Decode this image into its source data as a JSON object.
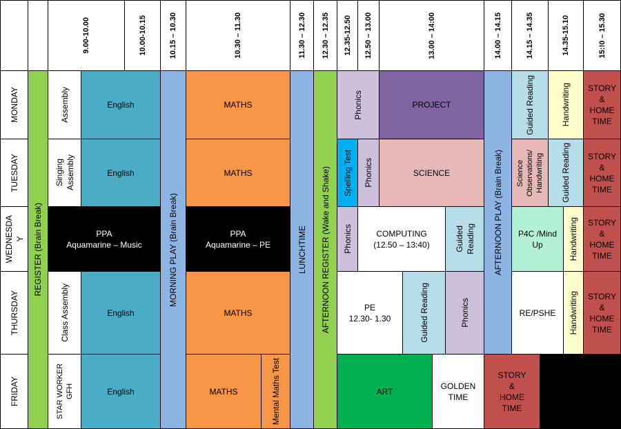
{
  "times": {
    "t1": "9.00-10.00",
    "t2": "10.00-10.15",
    "t3": "10.15 – 10.30",
    "t4": "10.30 – 11.30",
    "t5": "11.30 – 12.30",
    "t6": "12.30 – 12.35",
    "t7": "12.35-12.50",
    "t8": "12.50 – 13.00",
    "t9": "13.00 – 14:00",
    "t10": "14.00 – 14.15",
    "t11": "14.15 – 14.35",
    "t12": "14.35-15.10",
    "t13": "15:!0 – 15.30"
  },
  "days": {
    "mon": "MONDAY",
    "tue": "TUESDAY",
    "wed": "WEDNESDA\nY",
    "thu": "THURSDAY",
    "fri": "FRIDAY"
  },
  "fixed": {
    "register": "REGISTER (Brain Break)",
    "morning_play": "MORNING PLAY (Brain Break)",
    "lunch": "LUNCHTIME",
    "afternoon_register": "AFTERNOON REGISTER (Wake and Shake)",
    "afternoon_play": "AFTERNOON PLAY (Brain Break)"
  },
  "mon": {
    "assembly": "Assembly",
    "english": "English",
    "maths": "MATHS",
    "phonics": "Phonics",
    "project": "PROJECT",
    "guided_reading": "Guided Reading",
    "handwriting": "Handwriting",
    "story": "STORY\n&\nHOME\nTIME"
  },
  "tue": {
    "assembly": "Singing\nAssembly",
    "english": "English",
    "maths": "MATHS",
    "spelling": "Spelling Test",
    "phonics": "Phonics",
    "science": "SCIENCE",
    "science_obs": "Science\nObservations/\nHandwriting",
    "guided_reading": "Guided Reading",
    "story": "STORY\n&\nHOME\nTIME"
  },
  "wed": {
    "ppa1": "PPA\nAquamarine – Music",
    "ppa2": "PPA\nAquamarine – PE",
    "phonics": "Phonics",
    "computing": "COMPUTING\n(12.50 – 13:40)",
    "guided_reading": "Guided\nReading",
    "p4c": "P4C /Mind\nUp",
    "handwriting": "Handwriting",
    "story": "STORY\n&\nHOME\nTIME"
  },
  "thu": {
    "assembly": "Class Assembly",
    "english": "English",
    "maths": "MATHS",
    "pe": "PE\n12.30- 1.30",
    "guided_reading": "Guided Reading",
    "phonics": "Phonics",
    "repshe": "RE/PSHE",
    "handwriting": "Handwriting",
    "story": "STORY\n&\nHOME\nTIME"
  },
  "fri": {
    "star": "STAR WORKER GFH",
    "english": "English",
    "maths": "MATHS",
    "mental": "Mental Maths Test",
    "art": "ART",
    "golden": "GOLDEN\nTIME",
    "story": "STORY\n&\nHOME\nTIME"
  },
  "colors": {
    "register_green": "#92D050",
    "play_blue": "#8EB4E3",
    "english_teal": "#4BACC6",
    "maths_orange": "#F79646",
    "phonics_lilac": "#CCC0DA",
    "project_purple": "#8064A2",
    "reading_blue": "#B7DDE8",
    "handwriting_yellow": "#FFFFCC",
    "story_red": "#C0504D",
    "science_pink": "#E6B9B8",
    "spelling_blue": "#00B0F0",
    "p4c_mint": "#B3F0D6",
    "art_green": "#00B050",
    "ppa_black": "#000000"
  }
}
